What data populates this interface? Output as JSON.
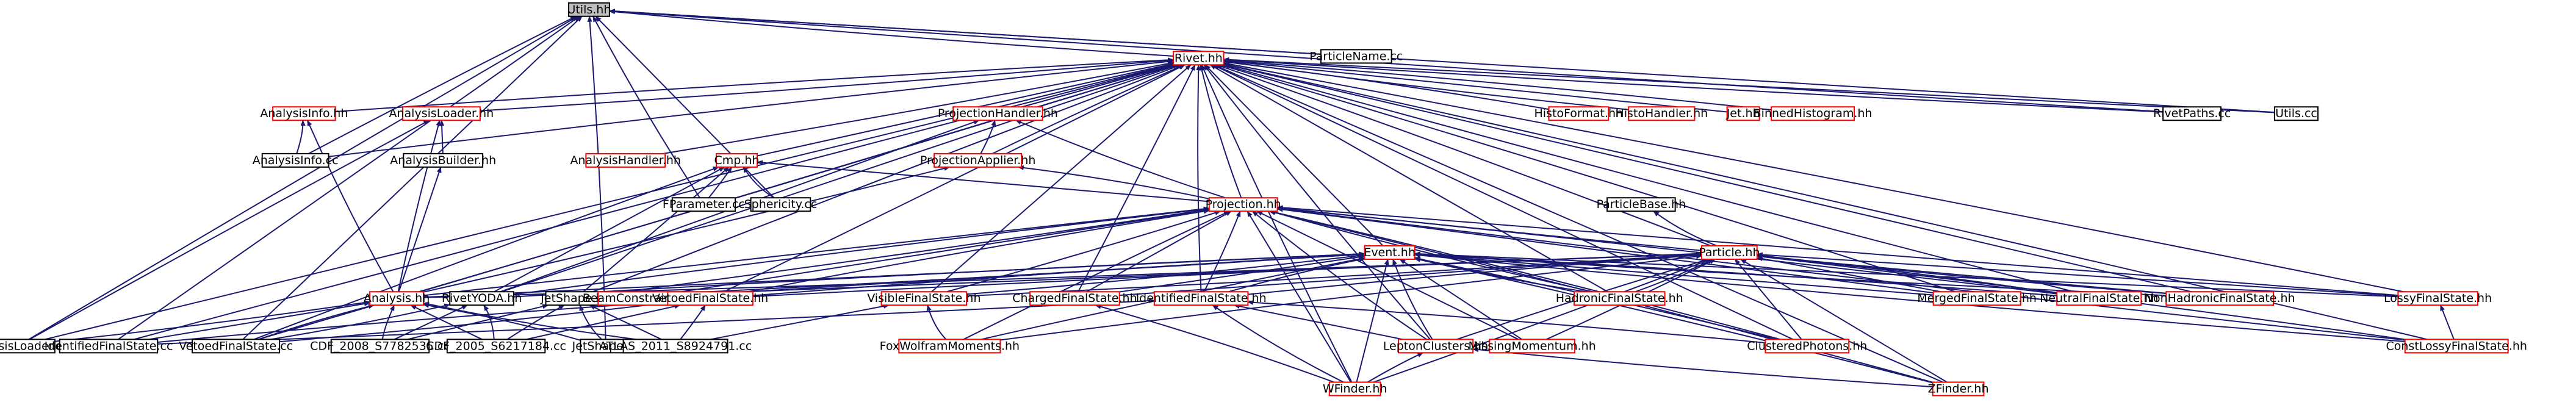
{
  "graph": {
    "colors": {
      "edge": "#191970",
      "border_normal": "#000000",
      "border_incomplete": "#ff0000",
      "fill_normal": "#ffffff",
      "fill_root": "#bfbfbf"
    },
    "nodes": [
      {
        "id": "utils_hh",
        "label": "Utils.hh",
        "style": "root"
      },
      {
        "id": "rivet_hh",
        "label": "Rivet.hh",
        "style": "incomplete"
      },
      {
        "id": "particlename_cc",
        "label": "ParticleName.cc",
        "style": "normal"
      },
      {
        "id": "analysisinfo_hh",
        "label": "AnalysisInfo.hh",
        "style": "incomplete"
      },
      {
        "id": "analysisloader_hh",
        "label": "AnalysisLoader.hh",
        "style": "incomplete"
      },
      {
        "id": "projectionhandler_hh",
        "label": "ProjectionHandler.hh",
        "style": "incomplete"
      },
      {
        "id": "histoformat_hh",
        "label": "HistoFormat.hh",
        "style": "incomplete"
      },
      {
        "id": "histohandler_hh",
        "label": "HistoHandler.hh",
        "style": "incomplete"
      },
      {
        "id": "jet_hh",
        "label": "Jet.hh",
        "style": "incomplete"
      },
      {
        "id": "binnedhistogram_hh",
        "label": "BinnedHistogram.hh",
        "style": "incomplete"
      },
      {
        "id": "rivetpaths_cc",
        "label": "RivetPaths.cc",
        "style": "normal"
      },
      {
        "id": "utils_cc",
        "label": "Utils.cc",
        "style": "normal"
      },
      {
        "id": "analysisinfo_cc",
        "label": "AnalysisInfo.cc",
        "style": "normal"
      },
      {
        "id": "analysisbuilder_hh",
        "label": "AnalysisBuilder.hh",
        "style": "normal"
      },
      {
        "id": "analysishandler_hh",
        "label": "AnalysisHandler.hh",
        "style": "incomplete"
      },
      {
        "id": "cmp_hh",
        "label": "Cmp.hh",
        "style": "incomplete"
      },
      {
        "id": "projectionapplier_hh",
        "label": "ProjectionApplier.hh",
        "style": "incomplete"
      },
      {
        "id": "fparameter_cc",
        "label": "FParameter.cc",
        "style": "normal"
      },
      {
        "id": "sphericity_cc",
        "label": "Sphericity.cc",
        "style": "normal"
      },
      {
        "id": "projection_hh",
        "label": "Projection.hh",
        "style": "incomplete"
      },
      {
        "id": "particlebase_hh",
        "label": "ParticleBase.hh",
        "style": "normal"
      },
      {
        "id": "event_hh",
        "label": "Event.hh",
        "style": "incomplete"
      },
      {
        "id": "particle_hh",
        "label": "Particle.hh",
        "style": "incomplete"
      },
      {
        "id": "analysis_hh",
        "label": "Analysis.hh",
        "style": "incomplete"
      },
      {
        "id": "rivetyoda_hh",
        "label": "RivetYODA.hh",
        "style": "normal"
      },
      {
        "id": "jetshape_hh",
        "label": "JetShape.hh",
        "style": "normal"
      },
      {
        "id": "beamconstraint_hh",
        "label": "BeamConstraint.hh",
        "style": "incomplete"
      },
      {
        "id": "vetoedfinalstate_hh",
        "label": "VetoedFinalState.hh",
        "style": "incomplete"
      },
      {
        "id": "visiblefinalstate_hh",
        "label": "VisibleFinalState.hh",
        "style": "incomplete"
      },
      {
        "id": "chargedfinalstate_hh",
        "label": "ChargedFinalState.hh",
        "style": "incomplete"
      },
      {
        "id": "identifiedfinalstate_hh",
        "label": "IdentifiedFinalState.hh",
        "style": "incomplete"
      },
      {
        "id": "hadronicfinalstate_hh",
        "label": "HadronicFinalState.hh",
        "style": "incomplete"
      },
      {
        "id": "mergedfinalstate_hh",
        "label": "MergedFinalState.hh",
        "style": "incomplete"
      },
      {
        "id": "neutralfinalstate_hh",
        "label": "NeutralFinalState.hh",
        "style": "incomplete"
      },
      {
        "id": "nonhadronicfinalstate_hh",
        "label": "NonHadronicFinalState.hh",
        "style": "incomplete"
      },
      {
        "id": "lossyfinalstate_hh",
        "label": "LossyFinalState.hh",
        "style": "incomplete"
      },
      {
        "id": "analysisloader_cc",
        "label": "AnalysisLoader.cc",
        "style": "normal"
      },
      {
        "id": "identifiedfinalstate_cc",
        "label": "IdentifiedFinalState.cc",
        "style": "normal"
      },
      {
        "id": "vetoedfinalstate_cc",
        "label": "VetoedFinalState.cc",
        "style": "normal"
      },
      {
        "id": "cdf_2008_cc",
        "label": "CDF_2008_S7782535.cc",
        "style": "normal"
      },
      {
        "id": "cdf_2005_cc",
        "label": "CDF_2005_S6217184.cc",
        "style": "normal"
      },
      {
        "id": "jetshape_cc",
        "label": "JetShape.cc",
        "style": "normal"
      },
      {
        "id": "atlas_2011_cc",
        "label": "ATLAS_2011_S8924791.cc",
        "style": "normal"
      },
      {
        "id": "foxwolframmoments_hh",
        "label": "FoxWolframMoments.hh",
        "style": "incomplete"
      },
      {
        "id": "leptonclusters_hh",
        "label": "LeptonClusters.hh",
        "style": "incomplete"
      },
      {
        "id": "missingmomentum_hh",
        "label": "MissingMomentum.hh",
        "style": "incomplete"
      },
      {
        "id": "clusteredphotons_hh",
        "label": "ClusteredPhotons.hh",
        "style": "incomplete"
      },
      {
        "id": "constlossyfinalstate_hh",
        "label": "ConstLossyFinalState.hh",
        "style": "incomplete"
      },
      {
        "id": "wfinder_hh",
        "label": "WFinder.hh",
        "style": "incomplete"
      },
      {
        "id": "zfinder_hh",
        "label": "ZFinder.hh",
        "style": "incomplete"
      }
    ],
    "edges": [
      [
        "rivet_hh",
        "utils_hh"
      ],
      [
        "particlename_cc",
        "utils_hh"
      ],
      [
        "analysisinfo_cc",
        "utils_hh"
      ],
      [
        "fparameter_cc",
        "utils_hh"
      ],
      [
        "sphericity_cc",
        "utils_hh"
      ],
      [
        "jetshape_cc",
        "utils_hh"
      ],
      [
        "rivetpaths_cc",
        "utils_hh"
      ],
      [
        "utils_cc",
        "utils_hh"
      ],
      [
        "analysisloader_cc",
        "utils_hh"
      ],
      [
        "identifiedfinalstate_cc",
        "utils_hh"
      ],
      [
        "vetoedfinalstate_cc",
        "utils_hh"
      ],
      [
        "analysisinfo_hh",
        "rivet_hh"
      ],
      [
        "analysisloader_hh",
        "rivet_hh"
      ],
      [
        "projectionhandler_hh",
        "rivet_hh"
      ],
      [
        "histoformat_hh",
        "rivet_hh"
      ],
      [
        "histohandler_hh",
        "rivet_hh"
      ],
      [
        "jet_hh",
        "rivet_hh"
      ],
      [
        "binnedhistogram_hh",
        "rivet_hh"
      ],
      [
        "rivetpaths_cc",
        "rivet_hh"
      ],
      [
        "utils_cc",
        "rivet_hh"
      ],
      [
        "analysisinfo_cc",
        "rivet_hh"
      ],
      [
        "analysishandler_hh",
        "rivet_hh"
      ],
      [
        "cmp_hh",
        "rivet_hh"
      ],
      [
        "projectionapplier_hh",
        "rivet_hh"
      ],
      [
        "projection_hh",
        "rivet_hh"
      ],
      [
        "event_hh",
        "rivet_hh"
      ],
      [
        "particle_hh",
        "rivet_hh"
      ],
      [
        "analysis_hh",
        "rivet_hh"
      ],
      [
        "rivetyoda_hh",
        "rivet_hh"
      ],
      [
        "jetshape_hh",
        "rivet_hh"
      ],
      [
        "vetoedfinalstate_hh",
        "rivet_hh"
      ],
      [
        "visiblefinalstate_hh",
        "rivet_hh"
      ],
      [
        "chargedfinalstate_hh",
        "rivet_hh"
      ],
      [
        "identifiedfinalstate_hh",
        "rivet_hh"
      ],
      [
        "hadronicfinalstate_hh",
        "rivet_hh"
      ],
      [
        "mergedfinalstate_hh",
        "rivet_hh"
      ],
      [
        "neutralfinalstate_hh",
        "rivet_hh"
      ],
      [
        "nonhadronicfinalstate_hh",
        "rivet_hh"
      ],
      [
        "lossyfinalstate_hh",
        "rivet_hh"
      ],
      [
        "leptonclusters_hh",
        "rivet_hh"
      ],
      [
        "clusteredphotons_hh",
        "rivet_hh"
      ],
      [
        "constlossyfinalstate_hh",
        "rivet_hh"
      ],
      [
        "wfinder_hh",
        "rivet_hh"
      ],
      [
        "zfinder_hh",
        "rivet_hh"
      ],
      [
        "identifiedfinalstate_cc",
        "rivet_hh"
      ],
      [
        "vetoedfinalstate_cc",
        "rivet_hh"
      ],
      [
        "analysisloader_cc",
        "rivet_hh"
      ],
      [
        "analysisinfo_cc",
        "analysisinfo_hh"
      ],
      [
        "analysis_hh",
        "analysisinfo_hh"
      ],
      [
        "analysisbuilder_hh",
        "analysisloader_hh"
      ],
      [
        "analysisloader_cc",
        "analysisloader_hh"
      ],
      [
        "analysis_hh",
        "analysisloader_hh"
      ],
      [
        "analysis_hh",
        "analysisbuilder_hh"
      ],
      [
        "projectionapplier_hh",
        "projectionhandler_hh"
      ],
      [
        "projection_hh",
        "projectionhandler_hh"
      ],
      [
        "rivetyoda_hh",
        "projectionhandler_hh"
      ],
      [
        "projection_hh",
        "projectionapplier_hh"
      ],
      [
        "analysis_hh",
        "projectionapplier_hh"
      ],
      [
        "projection_hh",
        "cmp_hh"
      ],
      [
        "fparameter_cc",
        "cmp_hh"
      ],
      [
        "sphericity_cc",
        "cmp_hh"
      ],
      [
        "rivetyoda_hh",
        "cmp_hh"
      ],
      [
        "vetoedfinalstate_cc",
        "cmp_hh"
      ],
      [
        "jetshape_hh",
        "cmp_hh"
      ],
      [
        "analysis_hh",
        "projection_hh"
      ],
      [
        "rivetyoda_hh",
        "projection_hh"
      ],
      [
        "jetshape_hh",
        "projection_hh"
      ],
      [
        "beamconstraint_hh",
        "projection_hh"
      ],
      [
        "vetoedfinalstate_hh",
        "projection_hh"
      ],
      [
        "visiblefinalstate_hh",
        "projection_hh"
      ],
      [
        "chargedfinalstate_hh",
        "projection_hh"
      ],
      [
        "identifiedfinalstate_hh",
        "projection_hh"
      ],
      [
        "hadronicfinalstate_hh",
        "projection_hh"
      ],
      [
        "mergedfinalstate_hh",
        "projection_hh"
      ],
      [
        "neutralfinalstate_hh",
        "projection_hh"
      ],
      [
        "nonhadronicfinalstate_hh",
        "projection_hh"
      ],
      [
        "lossyfinalstate_hh",
        "projection_hh"
      ],
      [
        "foxwolframmoments_hh",
        "projection_hh"
      ],
      [
        "leptonclusters_hh",
        "projection_hh"
      ],
      [
        "missingmomentum_hh",
        "projection_hh"
      ],
      [
        "clusteredphotons_hh",
        "projection_hh"
      ],
      [
        "constlossyfinalstate_hh",
        "projection_hh"
      ],
      [
        "wfinder_hh",
        "projection_hh"
      ],
      [
        "zfinder_hh",
        "projection_hh"
      ],
      [
        "particle_hh",
        "particlebase_hh"
      ],
      [
        "analysis_hh",
        "event_hh"
      ],
      [
        "rivetyoda_hh",
        "event_hh"
      ],
      [
        "jetshape_hh",
        "event_hh"
      ],
      [
        "beamconstraint_hh",
        "event_hh"
      ],
      [
        "vetoedfinalstate_hh",
        "event_hh"
      ],
      [
        "visiblefinalstate_hh",
        "event_hh"
      ],
      [
        "chargedfinalstate_hh",
        "event_hh"
      ],
      [
        "identifiedfinalstate_hh",
        "event_hh"
      ],
      [
        "hadronicfinalstate_hh",
        "event_hh"
      ],
      [
        "mergedfinalstate_hh",
        "event_hh"
      ],
      [
        "neutralfinalstate_hh",
        "event_hh"
      ],
      [
        "nonhadronicfinalstate_hh",
        "event_hh"
      ],
      [
        "lossyfinalstate_hh",
        "event_hh"
      ],
      [
        "foxwolframmoments_hh",
        "event_hh"
      ],
      [
        "leptonclusters_hh",
        "event_hh"
      ],
      [
        "missingmomentum_hh",
        "event_hh"
      ],
      [
        "clusteredphotons_hh",
        "event_hh"
      ],
      [
        "constlossyfinalstate_hh",
        "event_hh"
      ],
      [
        "wfinder_hh",
        "event_hh"
      ],
      [
        "zfinder_hh",
        "event_hh"
      ],
      [
        "analysis_hh",
        "particle_hh"
      ],
      [
        "jetshape_hh",
        "particle_hh"
      ],
      [
        "vetoedfinalstate_hh",
        "particle_hh"
      ],
      [
        "visiblefinalstate_hh",
        "particle_hh"
      ],
      [
        "chargedfinalstate_hh",
        "particle_hh"
      ],
      [
        "identifiedfinalstate_hh",
        "particle_hh"
      ],
      [
        "hadronicfinalstate_hh",
        "particle_hh"
      ],
      [
        "mergedfinalstate_hh",
        "particle_hh"
      ],
      [
        "neutralfinalstate_hh",
        "particle_hh"
      ],
      [
        "nonhadronicfinalstate_hh",
        "particle_hh"
      ],
      [
        "lossyfinalstate_hh",
        "particle_hh"
      ],
      [
        "leptonclusters_hh",
        "particle_hh"
      ],
      [
        "missingmomentum_hh",
        "particle_hh"
      ],
      [
        "clusteredphotons_hh",
        "particle_hh"
      ],
      [
        "constlossyfinalstate_hh",
        "particle_hh"
      ],
      [
        "wfinder_hh",
        "particle_hh"
      ],
      [
        "zfinder_hh",
        "particle_hh"
      ],
      [
        "foxwolframmoments_hh",
        "particle_hh"
      ],
      [
        "analysisloader_cc",
        "analysis_hh"
      ],
      [
        "identifiedfinalstate_cc",
        "analysis_hh"
      ],
      [
        "vetoedfinalstate_cc",
        "analysis_hh"
      ],
      [
        "cdf_2008_cc",
        "analysis_hh"
      ],
      [
        "cdf_2005_cc",
        "analysis_hh"
      ],
      [
        "jetshape_cc",
        "analysis_hh"
      ],
      [
        "atlas_2011_cc",
        "analysis_hh"
      ],
      [
        "cdf_2008_cc",
        "rivetyoda_hh"
      ],
      [
        "cdf_2005_cc",
        "rivetyoda_hh"
      ],
      [
        "vetoedfinalstate_cc",
        "rivetyoda_hh"
      ],
      [
        "cdf_2008_cc",
        "jetshape_hh"
      ],
      [
        "cdf_2005_cc",
        "jetshape_hh"
      ],
      [
        "jetshape_cc",
        "jetshape_hh"
      ],
      [
        "atlas_2011_cc",
        "jetshape_hh"
      ],
      [
        "identifiedfinalstate_cc",
        "vetoedfinalstate_hh"
      ],
      [
        "vetoedfinalstate_cc",
        "vetoedfinalstate_hh"
      ],
      [
        "cdf_2005_cc",
        "vetoedfinalstate_hh"
      ],
      [
        "atlas_2011_cc",
        "vetoedfinalstate_hh"
      ],
      [
        "foxwolframmoments_hh",
        "visiblefinalstate_hh"
      ],
      [
        "atlas_2011_cc",
        "visiblefinalstate_hh"
      ],
      [
        "wfinder_hh",
        "chargedfinalstate_hh"
      ],
      [
        "identifiedfinalstate_cc",
        "identifiedfinalstate_hh"
      ],
      [
        "leptonclusters_hh",
        "identifiedfinalstate_hh"
      ],
      [
        "clusteredphotons_hh",
        "identifiedfinalstate_hh"
      ],
      [
        "wfinder_hh",
        "identifiedfinalstate_hh"
      ],
      [
        "constlossyfinalstate_hh",
        "lossyfinalstate_hh"
      ],
      [
        "wfinder_hh",
        "leptonclusters_hh"
      ],
      [
        "zfinder_hh",
        "leptonclusters_hh"
      ]
    ]
  }
}
